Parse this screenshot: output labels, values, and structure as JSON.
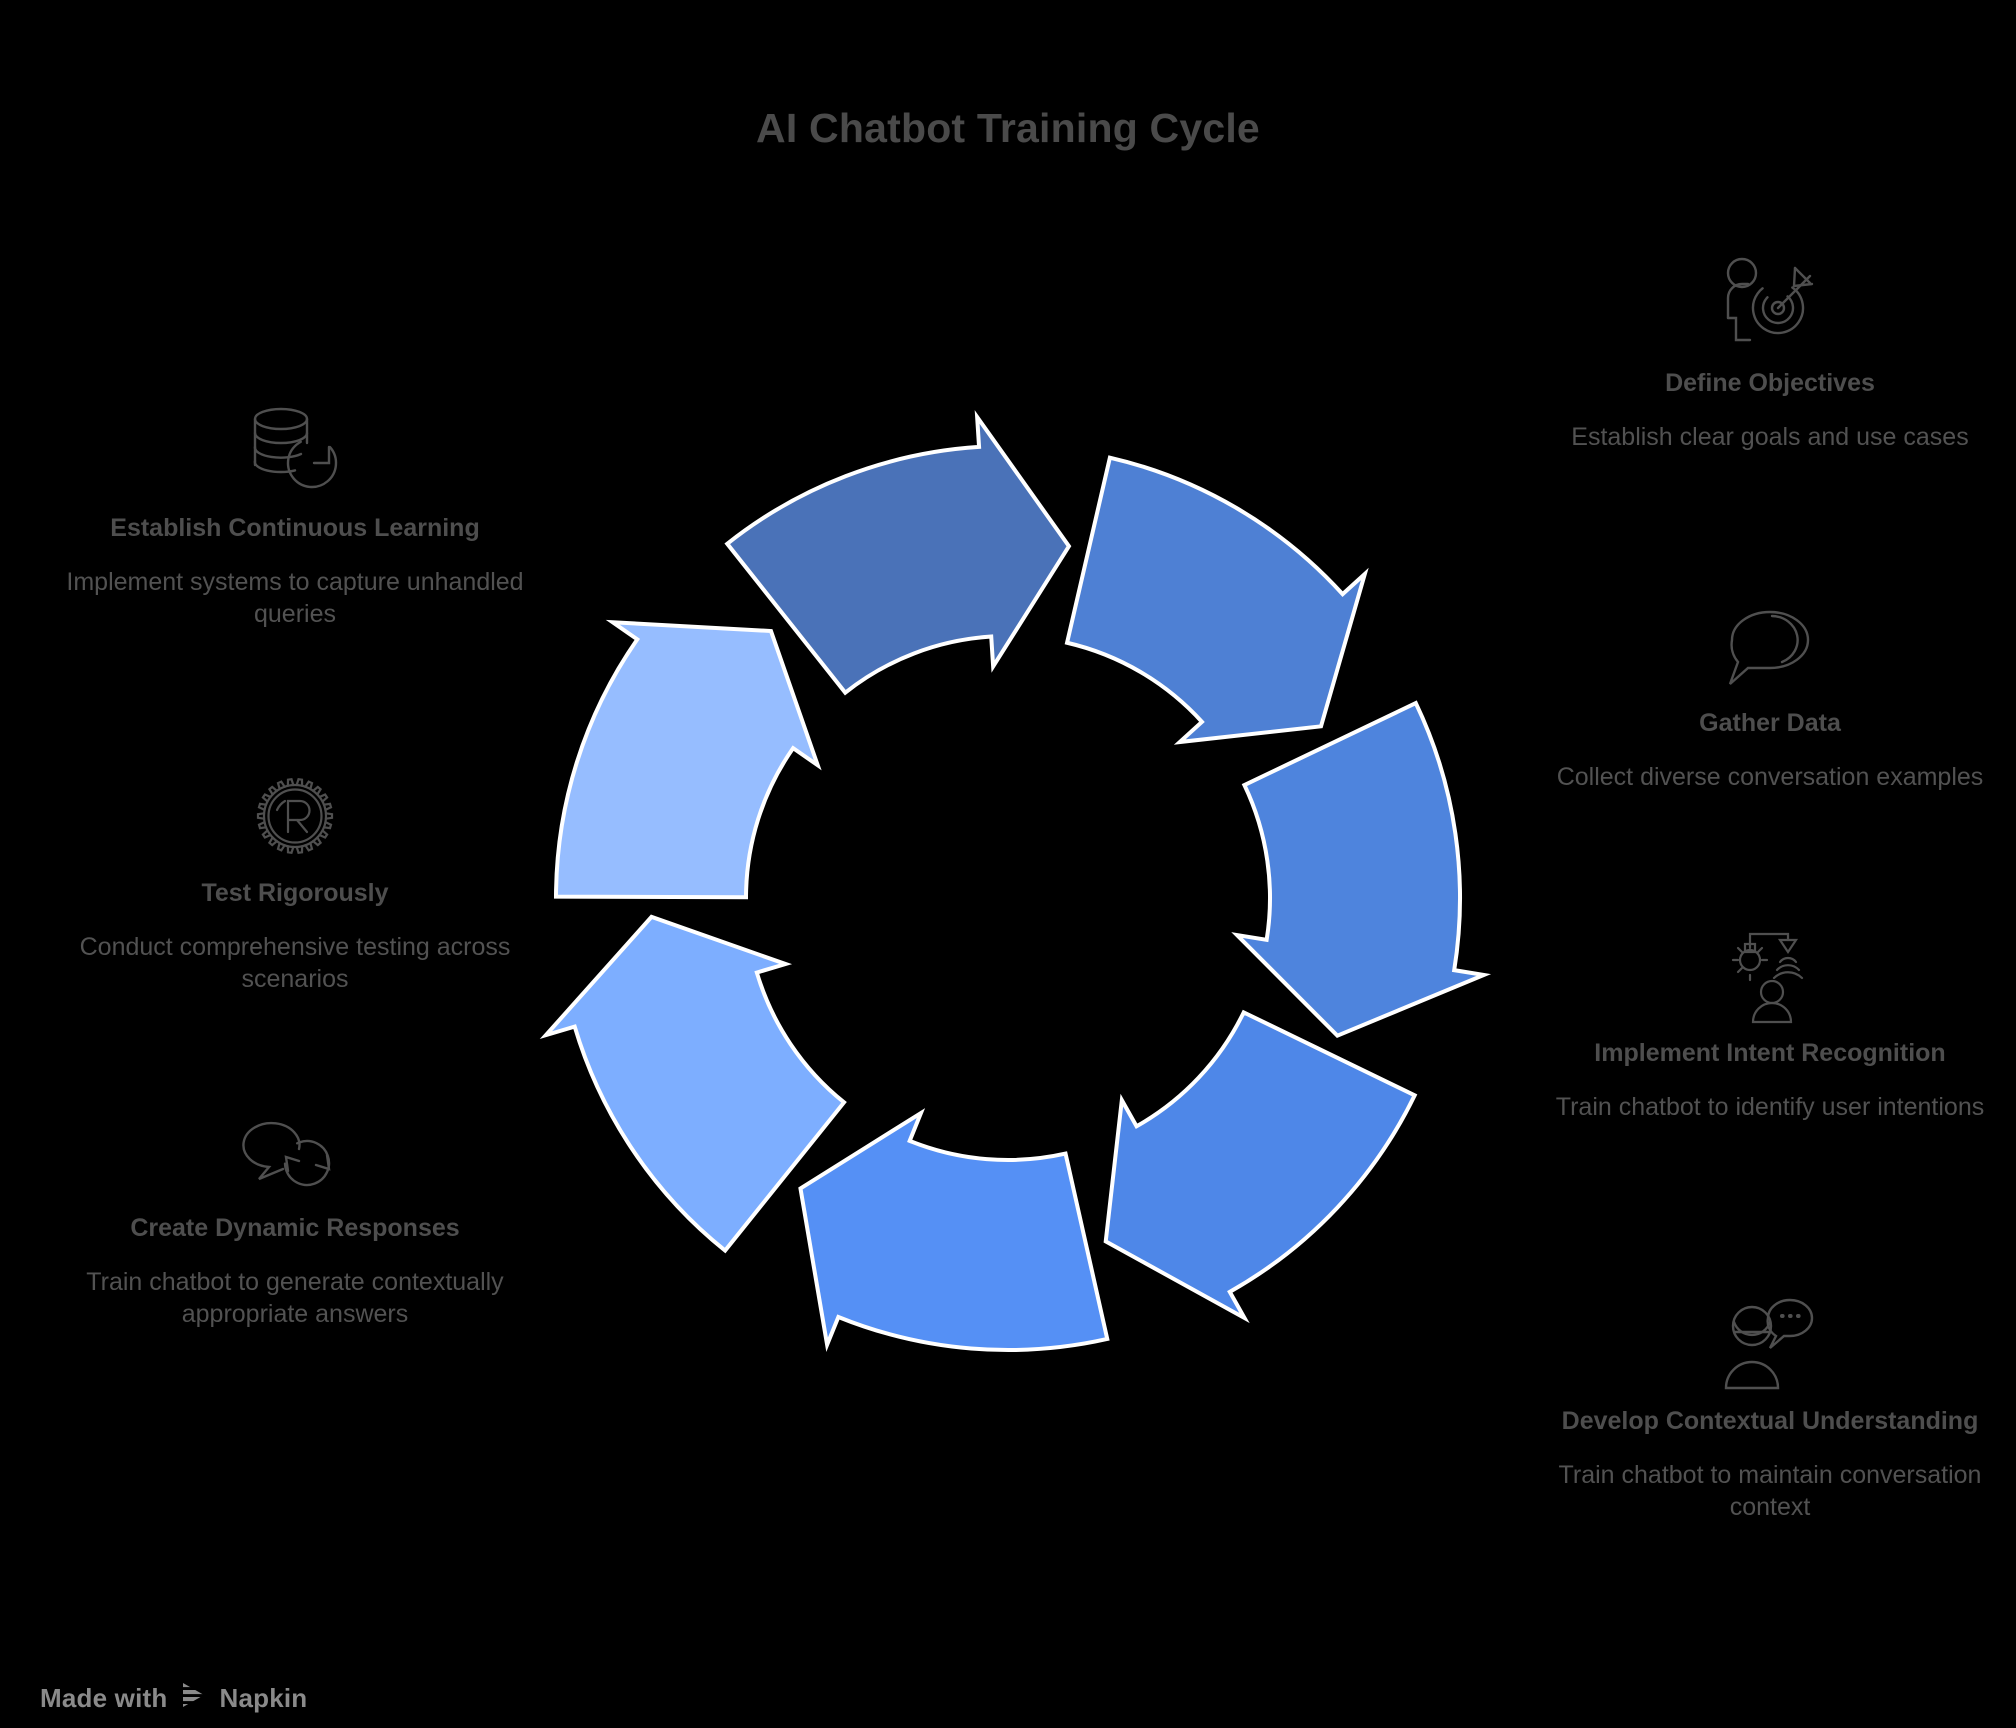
{
  "title": "AI Chatbot Training Cycle",
  "footer": {
    "made_with": "Made with",
    "brand": "Napkin",
    "logo_icon": "napkin-triangle-logo"
  },
  "colors": {
    "background": "#000000",
    "title_text": "#4a4a4a",
    "node_title_text": "#4e4e4e",
    "node_desc_text": "#525252",
    "icon_stroke": "#4f4f4f",
    "footer_text": "#8a8a8a",
    "arrow_separator": "#ffffff",
    "segment_1": "#4a72b8",
    "segment_2": "#4e80d4",
    "segment_3": "#4e84dd",
    "segment_4": "#4e87e8",
    "segment_5": "#5590f5",
    "segment_6": "#7daeff",
    "segment_7": "#96bdff"
  },
  "chart_data": {
    "type": "cycle-diagram",
    "title": "AI Chatbot Training Cycle",
    "direction": "clockwise",
    "segment_count": 7,
    "center": [
      1010,
      900
    ],
    "outer_radius": 455,
    "inner_radius": 262,
    "steps": [
      {
        "index": 1,
        "label": "Define Objectives",
        "color": "#4a72b8",
        "side": "right"
      },
      {
        "index": 2,
        "label": "Gather Data",
        "color": "#4e80d4",
        "side": "right"
      },
      {
        "index": 3,
        "label": "Implement Intent Recognition",
        "color": "#4e84dd",
        "side": "right"
      },
      {
        "index": 4,
        "label": "Develop Contextual Understanding",
        "color": "#4e87e8",
        "side": "right"
      },
      {
        "index": 5,
        "label": "Create Dynamic Responses",
        "color": "#5590f5",
        "side": "left"
      },
      {
        "index": 6,
        "label": "Test Rigorously",
        "color": "#7daeff",
        "side": "left"
      },
      {
        "index": 7,
        "label": "Establish Continuous Learning",
        "color": "#96bdff",
        "side": "left"
      }
    ]
  },
  "left_nodes": [
    {
      "icon": "database-refresh-icon",
      "title": "Establish Continuous Learning",
      "desc": "Implement systems to capture unhandled queries"
    },
    {
      "icon": "gear-registered-r-icon",
      "title": "Test Rigorously",
      "desc": "Conduct comprehensive testing across scenarios"
    },
    {
      "icon": "speech-bubble-refresh-icon",
      "title": "Create Dynamic Responses",
      "desc": "Train chatbot to generate contextually appropriate answers"
    }
  ],
  "right_nodes": [
    {
      "icon": "person-target-icon",
      "title": "Define Objectives",
      "desc": "Establish clear goals and use cases"
    },
    {
      "icon": "speech-bubbles-icon",
      "title": "Gather Data",
      "desc": "Collect diverse conversation examples"
    },
    {
      "icon": "lightbulb-signal-person-icon",
      "title": "Implement Intent Recognition",
      "desc": "Train chatbot to identify user intentions"
    },
    {
      "icon": "person-chat-bubble-icon",
      "title": "Develop Contextual Understanding",
      "desc": "Train chatbot to maintain conversation context"
    }
  ]
}
